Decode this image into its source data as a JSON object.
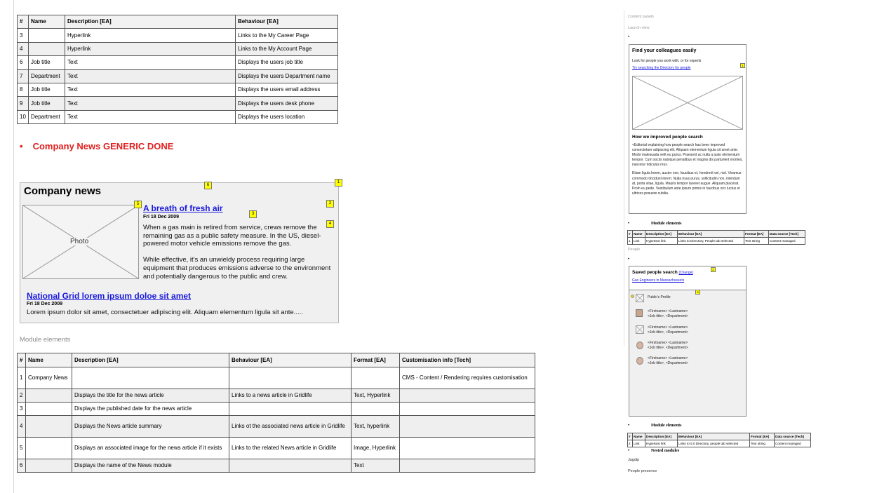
{
  "top_table": {
    "headers": [
      "#",
      "Name",
      "Description [EA]",
      "Behaviour [EA]"
    ],
    "rows": [
      [
        "3",
        "",
        "Hyperlink",
        "Links to the My Career Page"
      ],
      [
        "4",
        "",
        "Hyperlink",
        "Links to the My Account Page"
      ],
      [
        "6",
        "Job title",
        "Text",
        "Displays the users job title"
      ],
      [
        "7",
        "Department",
        "Text",
        "Displays the users Department name"
      ],
      [
        "8",
        "Job title",
        "Text",
        "Displays the users email address"
      ],
      [
        "9",
        "Job title",
        "Text",
        "Displays the users desk phone"
      ],
      [
        "10",
        "Department",
        "Text",
        "Displays the users location"
      ]
    ]
  },
  "section_heading": {
    "bullet": "•",
    "text": "Company News GENERIC DONE"
  },
  "company_news": {
    "title": "Company news",
    "photo_label": "Photo",
    "markers": [
      "1",
      "2",
      "3",
      "4",
      "5",
      "6"
    ],
    "article1": {
      "title": "A breath of fresh air",
      "date": "Fri 18 Dec 2009",
      "para1": "When a gas main is retired from service, crews remove the remaining gas as a public safety measure. In the US, diesel-powered motor vehicle emissions remove the gas.",
      "para2": "While effective, it's an unwieldy process requiring large equipment that produces emissions adverse to the environment and potentially dangerous to the public and crew."
    },
    "article2": {
      "title": "National Grid lorem ipsum doloe sit amet",
      "date": "Fri 18 Dec 2009",
      "body": "Lorem ipsum dolor sit amet, consectetuer adipiscing elit. Aliquam elementum ligula sit ante....."
    }
  },
  "module_elements_caption": "Module elements",
  "bottom_table": {
    "headers": [
      "#",
      "Name",
      "Description [EA]",
      "Behaviour [EA]",
      "Format [EA]",
      "Customisation info [Tech]"
    ],
    "rows": [
      [
        "1",
        "Company News",
        "",
        "",
        "",
        "CMS - Content / Rendering requires customisation"
      ],
      [
        "2",
        "",
        "Displays the title for the news article",
        "Links to a news article in Gridlife",
        "Text, Hyperlink",
        ""
      ],
      [
        "3",
        "",
        "Displays the published date for the news article",
        "",
        "",
        ""
      ],
      [
        "4",
        "",
        "Displays the News article summary",
        "Links ot the associated news article in Gridlife",
        "Text, hyperlink",
        ""
      ],
      [
        "5",
        "",
        "Displays an associated image for the news article if it exists",
        "Links to the related News article in Gridlife",
        "Image, Hyperlink",
        ""
      ],
      [
        "6",
        "",
        "Displays the name of the News module",
        "",
        "Text",
        ""
      ]
    ]
  },
  "right": {
    "content_panels": "Content panels",
    "launch_view": "Launch view",
    "bullet": "•",
    "find": {
      "title": "Find your colleagues easily",
      "subtitle": "Look for people you work with, or for experts",
      "link": "Try searching the Directory for people",
      "marker": "1",
      "how_title": "How we improved people search",
      "para1": "<Editorial explaining how people search has been improved consectetuer adipiscing elit. Aliquam elementum ligula sit amet ante. Morbi malesuada velit eu purus. Praesent ac nulla a justo elementum tempor. Cum sociis natoque penatibus et magnis dis parturient montes, nascetur ridiculus mus.",
      "para2": "Etiam ligula lorem, auctor non, faucibus et, hendrerit vel, nisl. Vivamus commodo tincidunt lorem. Nulla risus purus, sollicitudin non, interdum at, porta vitae, ligula. Mauris tempor laoreet augue. Aliquam placerat. Proin eu pede. Vestibulum ante ipsum primis in faucibus orci luctus et ultrices posuere cubilia."
    },
    "module_elements": "Module elements",
    "mini_headers": [
      "#",
      "Name",
      "Description [EA]",
      "Behaviour [EA]",
      "Format [EA]",
      "Data source [Tech]"
    ],
    "mini_row1": [
      "1",
      "Link",
      "Hypertext link",
      "Links to Directory, People tab selected",
      "Text string",
      "Content managed"
    ],
    "people_label": "People",
    "saved": {
      "title": "Saved people search",
      "change": "[Change]",
      "link": "Gas Engineers in Massachussets",
      "marker_a": "2",
      "marker_b": "3",
      "public_profile": "Public's Profile",
      "people": [
        {
          "line1": "<Firstname> <Lastname>",
          "line2": "<Job title>, <Department>"
        },
        {
          "line1": "<Firstname> <Lastname>",
          "line2": "<Job title>, <Department>"
        },
        {
          "line1": "<Firstname> <Lastname>",
          "line2": "<Job title>, <Department>"
        },
        {
          "line1": "<Firstname> <Lastname>",
          "line2": "<Job title>, <Department>"
        }
      ]
    },
    "module_elements_2": "Module elements",
    "mini_row2": [
      "2",
      "Link",
      "Hypertext link",
      "Links to 5.0 Directory, people tab selected",
      "Text string",
      "Content managed"
    ],
    "nested_modules": "Nested modules",
    "jagdip": "Jagdip",
    "people_presence": "People presence"
  }
}
